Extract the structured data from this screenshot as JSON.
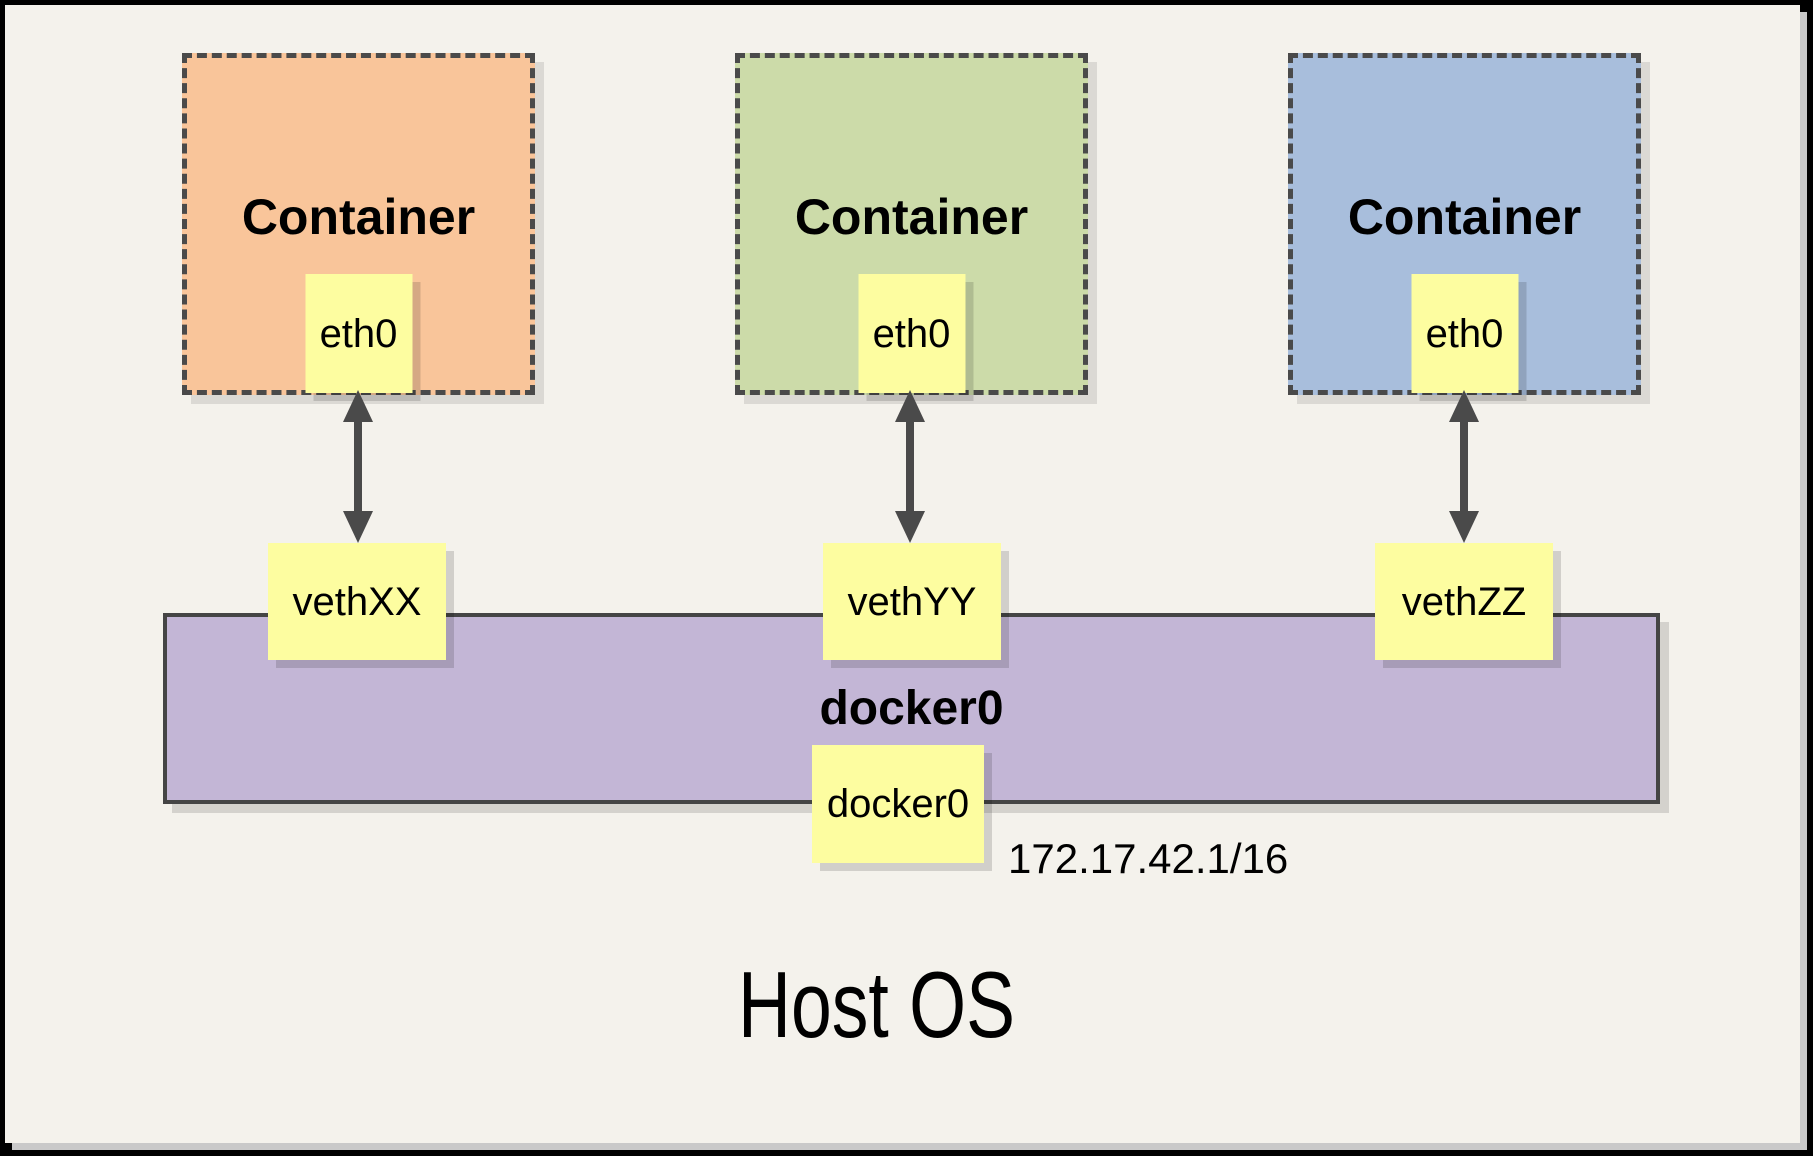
{
  "diagram": {
    "containers": [
      {
        "title": "Container",
        "interface": "eth0",
        "fill": "#F9C59A"
      },
      {
        "title": "Container",
        "interface": "eth0",
        "fill": "#CCDBA9"
      },
      {
        "title": "Container",
        "interface": "eth0",
        "fill": "#A8BEDC"
      }
    ],
    "veths": [
      {
        "label": "vethXX"
      },
      {
        "label": "vethYY"
      },
      {
        "label": "vethZZ"
      }
    ],
    "bridge": {
      "title": "docker0",
      "interface": "docker0",
      "ip": "172.17.42.1/16",
      "fill": "#C3B6D6"
    },
    "host": {
      "title": "Host OS"
    },
    "colors": {
      "note_fill": "#FDFDA0",
      "stroke": "#4A4A4A",
      "arrow": "#4A4A4A",
      "page_bg": "#F4F2EC"
    }
  }
}
